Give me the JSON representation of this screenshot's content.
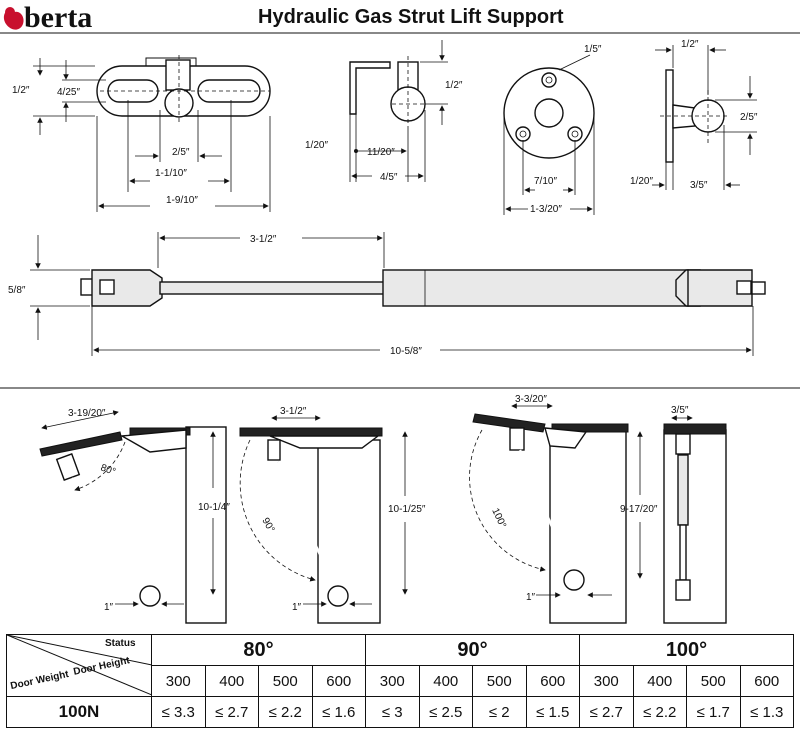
{
  "brand": {
    "name": "berta"
  },
  "header": {
    "title": "Hydraulic Gas Strut Lift Support"
  },
  "bracket_top_view": {
    "d1": "1/2″",
    "d2": "4/25″",
    "d3": "2/5″",
    "d4": "1-1/10″",
    "d5": "1-9/10″"
  },
  "bracket_side_view": {
    "d1": "1/2″",
    "d2": "1/20″",
    "d3": "11/20″",
    "d4": "4/5″"
  },
  "round_plate_view": {
    "d1": "1/5″",
    "d2": "7/10″",
    "d3": "1-3/20″"
  },
  "plate_side_view": {
    "d1": "1/2″",
    "d2": "2/5″",
    "d3": "1/20″",
    "d4": "3/5″"
  },
  "strut_view": {
    "d1": "3-1/2″",
    "d2": "5/8″",
    "d3": "10-5/8″"
  },
  "install_80": {
    "d1": "3-19/20″",
    "angle": "80°",
    "d2": "10-1/4″",
    "d3": "1″"
  },
  "install_90": {
    "d1": "3-1/2″",
    "angle": "90°",
    "d2": "10-1/25″",
    "d3": "1″"
  },
  "install_100": {
    "d1": "3-3/20″",
    "angle": "100°",
    "d2": "9-17/20″",
    "d3": "1″"
  },
  "install_front": {
    "d1": "3/5″"
  },
  "table": {
    "corner": {
      "status": "Status",
      "door_height": "Door Height",
      "door_weight": "Door Weight"
    },
    "angles": [
      "80°",
      "90°",
      "100°"
    ],
    "heights": [
      "300",
      "400",
      "500",
      "600",
      "300",
      "400",
      "500",
      "600",
      "300",
      "400",
      "500",
      "600"
    ],
    "rows": [
      {
        "force": "100N",
        "values": [
          "≤ 3.3",
          "≤ 2.7",
          "≤ 2.2",
          "≤ 1.6",
          "≤ 3",
          "≤ 2.5",
          "≤ 2",
          "≤ 1.5",
          "≤ 2.7",
          "≤ 2.2",
          "≤ 1.7",
          "≤ 1.3"
        ]
      }
    ]
  }
}
